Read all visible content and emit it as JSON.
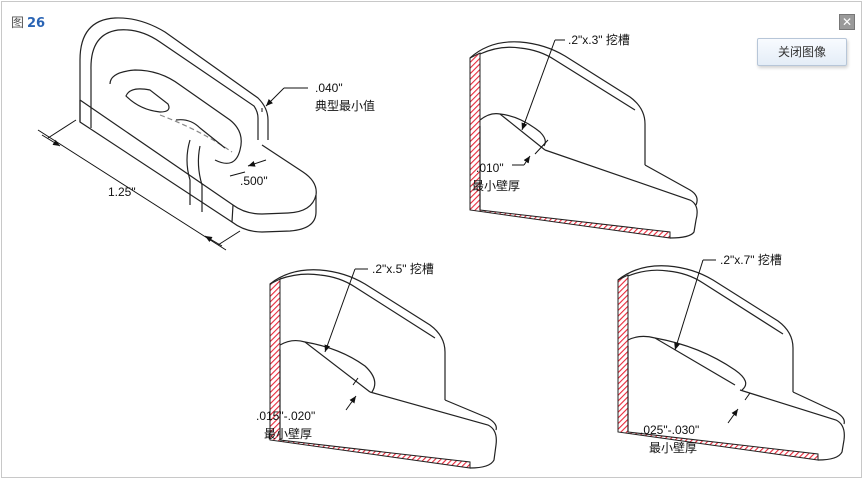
{
  "figure": {
    "prefix": "图",
    "number": "26"
  },
  "controls": {
    "close_label": "关闭图像",
    "close_icon": "close-x-icon"
  },
  "colors": {
    "section_red": "#e8283a",
    "line": "#222222"
  },
  "views": {
    "top_left": {
      "thickness_value": ".040\"",
      "thickness_note": "典型最小值",
      "width_value": ".500\"",
      "length_value": "1.25\""
    },
    "top_right": {
      "slot": ".2\"x.3\" 挖槽",
      "wall_value": ".010\"",
      "wall_note": "最小壁厚"
    },
    "bottom_middle": {
      "slot": ".2\"x.5\" 挖槽",
      "wall_value": ".015\"-.020\"",
      "wall_note": "最小壁厚"
    },
    "bottom_right": {
      "slot": ".2\"x.7\" 挖槽",
      "wall_value": ".025\"-.030\"",
      "wall_note": "最小壁厚"
    }
  }
}
